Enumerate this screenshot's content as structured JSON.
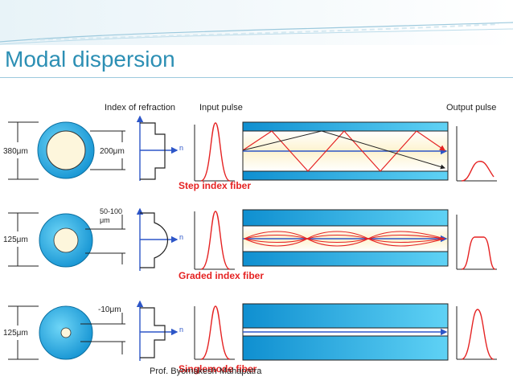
{
  "slide": {
    "title": "Modal dispersion",
    "footer": "Prof. Byomakesh Mahapatra"
  },
  "headers": {
    "index": "Index of refraction",
    "input": "Input pulse",
    "output": "Output pulse"
  },
  "axis_label": "n",
  "rows": [
    {
      "caption": "Step index fiber",
      "outer_dim": "380μm",
      "inner_dim": "200μm"
    },
    {
      "caption": "Graded index fiber",
      "outer_dim": "125μm",
      "inner_dim_line1": "50-100",
      "inner_dim_line2": "μm"
    },
    {
      "caption": "Singlemode fiber",
      "outer_dim": "125μm",
      "inner_dim": "-10μm"
    }
  ],
  "colors": {
    "title": "#2c8fb4",
    "fiber_cladding": "#1aa3d9",
    "fiber_core": "#fdf6dc",
    "caption": "#e52222",
    "axis": "#2d56c8"
  }
}
